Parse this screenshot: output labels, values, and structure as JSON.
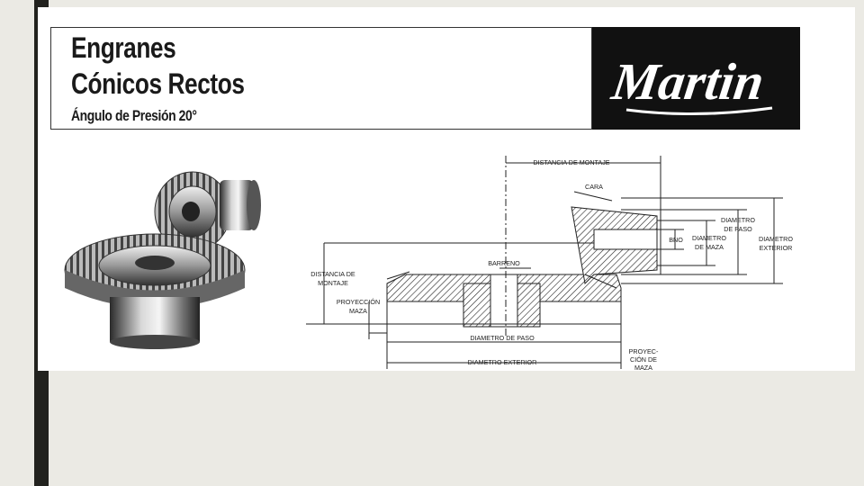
{
  "header": {
    "title_line1": "Engranes",
    "title_line2": "Cónicos Rectos",
    "subtitle": "Ángulo de Presión 20°"
  },
  "logo": {
    "text": "Martin"
  },
  "drawing_labels": {
    "distancia_montaje_top": "DISTANCIA DE MONTAJE",
    "cara": "CARA",
    "diametro_paso_right_1": "DIAMETRO",
    "diametro_paso_right_2": "DE PASO",
    "bno": "BNO",
    "diametro_maza_1": "DIAMETRO",
    "diametro_maza_2": "DE MAZA",
    "diametro_exterior_right_1": "DIAMETRO",
    "diametro_exterior_right_2": "EXTERIOR",
    "barreno": "BARRENO",
    "distancia_montaje_left_1": "DISTANCIA DE",
    "distancia_montaje_left_2": "MONTAJE",
    "proyeccion_maza_left_1": "PROYECCIÓN",
    "proyeccion_maza_left_2": "MAZA",
    "diametro_paso_bottom": "DIAMETRO DE PASO",
    "diametro_exterior_bottom": "DIAMETRO EXTERIOR",
    "proyeccion_maza_right_1": "PROYEC-",
    "proyeccion_maza_right_2": "CIÓN DE",
    "proyeccion_maza_right_3": "MAZA"
  },
  "colors": {
    "background": "#ebeae4",
    "left_bar": "#22221e",
    "panel": "#ffffff",
    "logo_bg": "#111111",
    "logo_text": "#ffffff"
  }
}
